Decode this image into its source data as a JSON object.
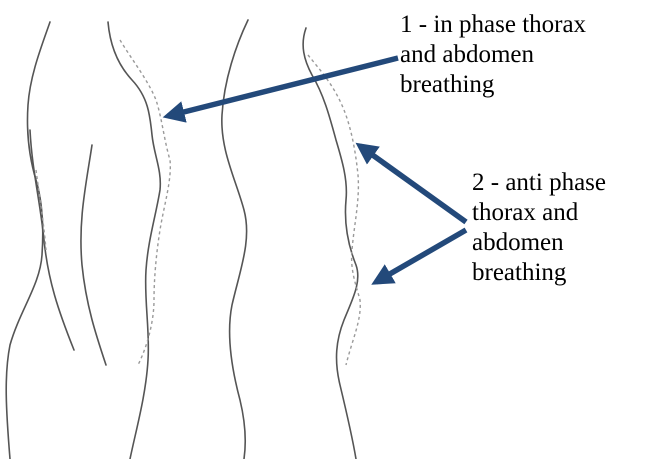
{
  "annotations": [
    {
      "number": "1",
      "lines": [
        "1 - in phase thorax",
        "and abdomen",
        "breathing"
      ]
    },
    {
      "number": "2",
      "lines": [
        "2 - anti phase",
        "thorax and",
        "abdomen",
        "breathing"
      ]
    }
  ],
  "colors": {
    "outline": "#555555",
    "dotted_outline": "#9a9a9a",
    "arrow": "#23497a",
    "text": "#000000"
  }
}
